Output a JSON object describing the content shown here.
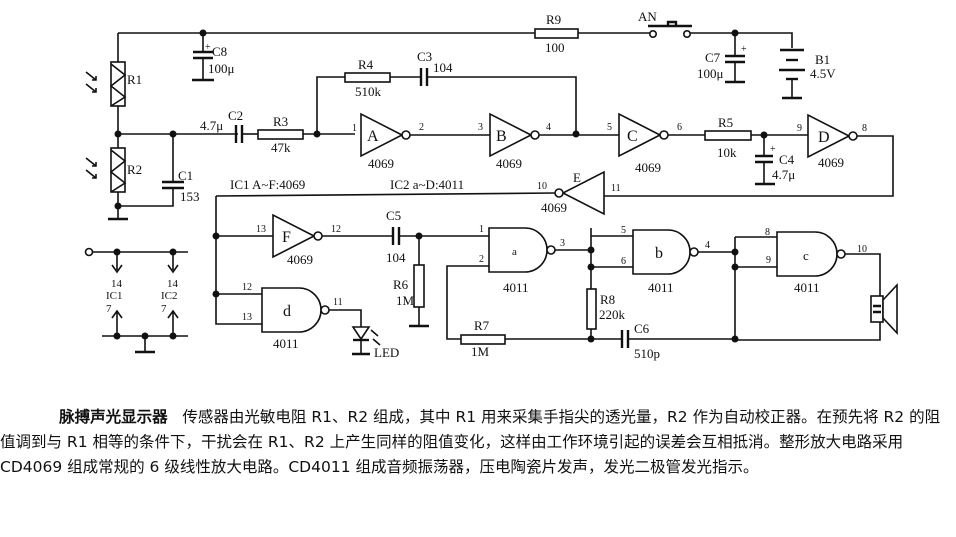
{
  "diagram": {
    "components": {
      "R1": {
        "ref": "R1",
        "type": "photoresistor"
      },
      "R2": {
        "ref": "R2",
        "type": "photoresistor"
      },
      "C8": {
        "ref": "C8",
        "value": "100μ"
      },
      "C1": {
        "ref": "C1",
        "value": "153"
      },
      "C2": {
        "ref": "C2",
        "value": "4.7μ"
      },
      "R3": {
        "ref": "R3",
        "value": "47k"
      },
      "R4": {
        "ref": "R4",
        "value": "510k"
      },
      "C3": {
        "ref": "C3",
        "value": "104"
      },
      "R9": {
        "ref": "R9",
        "value": "100"
      },
      "AN": {
        "ref": "AN"
      },
      "C7": {
        "ref": "C7",
        "value": "100μ"
      },
      "B1": {
        "ref": "B1",
        "value": "4.5V"
      },
      "R5": {
        "ref": "R5",
        "value": "10k"
      },
      "C4": {
        "ref": "C4",
        "value": "4.7μ"
      },
      "C5": {
        "ref": "C5",
        "value": "104"
      },
      "R6": {
        "ref": "R6",
        "value": "1M"
      },
      "R7": {
        "ref": "R7",
        "value": "1M"
      },
      "R8": {
        "ref": "R8",
        "value": "220k"
      },
      "C6": {
        "ref": "C6",
        "value": "510p"
      },
      "LED": {
        "ref": "LED"
      }
    },
    "gates": {
      "A": {
        "label": "A",
        "chip": "4069",
        "pin_in": "1",
        "pin_out": "2"
      },
      "B": {
        "label": "B",
        "chip": "4069",
        "pin_in": "3",
        "pin_out": "4"
      },
      "C": {
        "label": "C",
        "chip": "4069",
        "pin_in": "5",
        "pin_out": "6"
      },
      "D": {
        "label": "D",
        "chip": "4069",
        "pin_in": "9",
        "pin_out": "8"
      },
      "E": {
        "label": "E",
        "chip": "4069",
        "pin_in": "11",
        "pin_out": "10"
      },
      "F": {
        "label": "F",
        "chip": "4069",
        "pin_in": "13",
        "pin_out": "12"
      },
      "a": {
        "label": "a",
        "chip": "4011",
        "pin_in1": "1",
        "pin_in2": "2",
        "pin_out": "3"
      },
      "b": {
        "label": "b",
        "chip": "4011",
        "pin_in1": "5",
        "pin_in2": "6",
        "pin_out": "4"
      },
      "c": {
        "label": "c",
        "chip": "4011",
        "pin_in1": "8",
        "pin_in2": "9",
        "pin_out": "10"
      },
      "d": {
        "label": "d",
        "chip": "4011",
        "pin_in1": "12",
        "pin_in2": "13",
        "pin_out": "11"
      }
    },
    "ic_notes": {
      "ic1": "IC1 A~F:4069",
      "ic2": "IC2 a~D:4011"
    },
    "power_pins": {
      "ic1": {
        "name": "IC1",
        "vdd": "14",
        "vss": "7"
      },
      "ic2": {
        "name": "IC2",
        "vdd": "14",
        "vss": "7"
      }
    }
  },
  "caption": {
    "title": "脉搏声光显示器",
    "body": "传感器由光敏电阻 R1、R2 组成，其中 R1 用来采集手指尖的透光量，R2 作为自动校正器。在预先将 R2 的阻值调到与 R1 相等的条件下，干扰会在 R1、R2 上产生同样的阻值变化，这样由工作环境引起的误差会互相抵消。整形放大电路采用 CD4069 组成常规的 6 级线性放大电路。CD4011 组成音频振荡器，压电陶瓷片发声，发光二极管发光指示。"
  }
}
